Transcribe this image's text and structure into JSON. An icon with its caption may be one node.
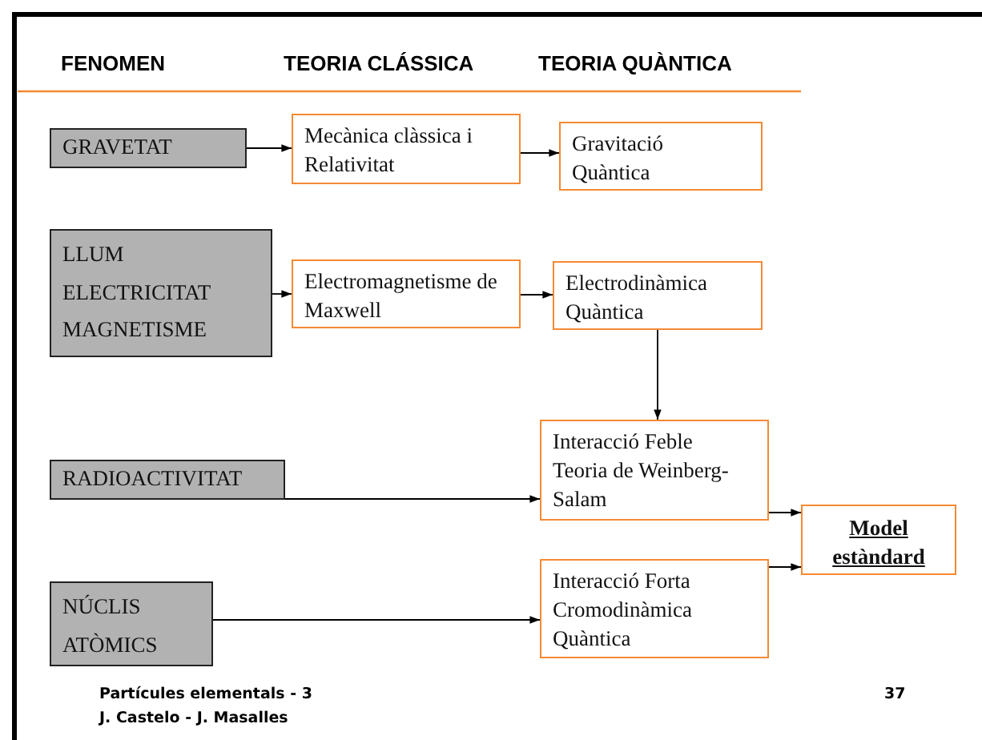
{
  "diagram": {
    "nodes": [
      {
        "text": [
          "GRAVETAT"
        ]
      },
      {
        "text": [
          "Mecànica clàssica i Relativitat"
        ]
      },
      {
        "text": [
          "Gravitació Quàntica"
        ]
      },
      {
        "text": [
          "LLUM ELECTRICITAT MAGNETISME"
        ]
      },
      {
        "text": [
          "Electromagnetisme de Maxwell"
        ]
      },
      {
        "text": [
          "Electrodinàmica Quàntica"
        ]
      },
      {
        "text": [
          "Interacció Feble Teoria de Weinberg-Salam"
        ]
      },
      {
        "text": [
          "RADIOACTIVITAT"
        ]
      },
      {
        "text": [
          "Model estàndard"
        ]
      },
      {
        "text": [
          "Interacció Forta Cromodinàmica Quàntica"
        ]
      },
      {
        "text": [
          "NÚCLIS ATÒMICS"
        ]
      }
    ],
    "edges": [
      {
        "from": 0,
        "to": 1,
        "arrow": "to"
      },
      {
        "from": 1,
        "to": 2,
        "arrow": "to"
      },
      {
        "from": 3,
        "to": 4,
        "arrow": "to"
      },
      {
        "from": 4,
        "to": 5,
        "arrow": "to"
      },
      {
        "from": 5,
        "to": 6,
        "arrow": "to"
      },
      {
        "from": 7,
        "to": 6,
        "arrow": "to"
      },
      {
        "from": 6,
        "to": 8,
        "arrow": "to"
      },
      {
        "from": 9,
        "to": 8,
        "arrow": "to"
      },
      {
        "from": 10,
        "to": 9,
        "arrow": "to"
      }
    ],
    "labels": [
      "FENOMEN",
      "TEORIA CLÁSSICA",
      "TEORIA QUÀNTICA",
      "Partícules elementals - 3",
      "37",
      "J. Castelo - J. Masalles"
    ]
  }
}
